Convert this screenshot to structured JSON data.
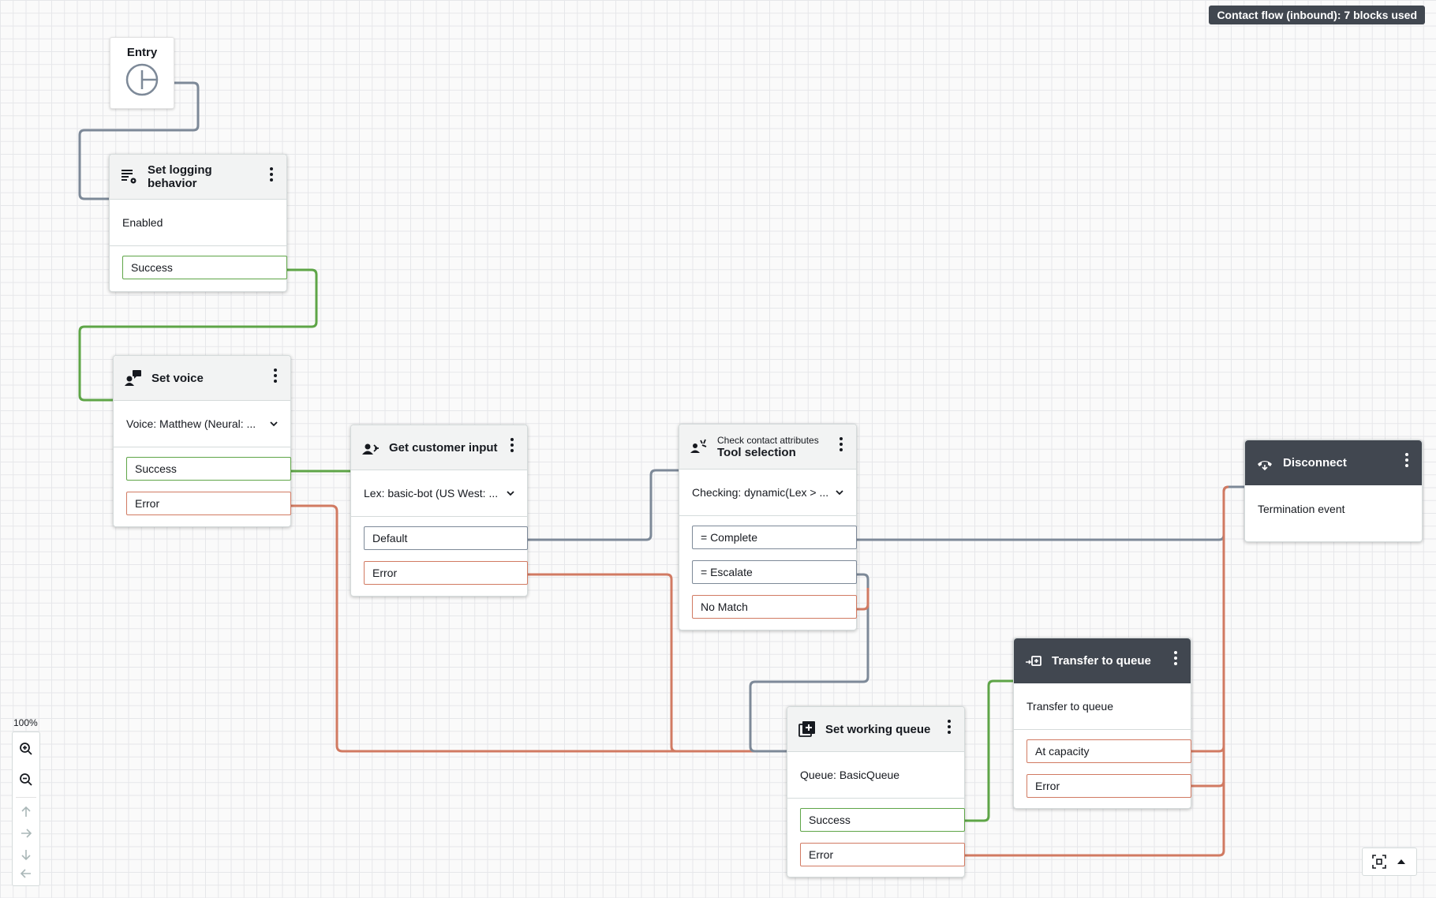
{
  "badge": "Contact flow (inbound): 7 blocks used",
  "zoom_level": "100%",
  "colors": {
    "success": "#5ea547",
    "error": "#d17a62",
    "neutral": "#7d8998",
    "dark_header": "#414750"
  },
  "entry": {
    "label": "Entry",
    "icon": "entry-point-icon"
  },
  "blocks": {
    "set_logging": {
      "icon": "logging-gear-icon",
      "title_line1": "Set logging",
      "title_line2": "behavior",
      "info": "Enabled",
      "branches": [
        "Success"
      ]
    },
    "set_voice": {
      "icon": "voice-icon",
      "title": "Set voice",
      "dropdown": "Voice: Matthew (Neural: ...",
      "branches": [
        "Success",
        "Error"
      ]
    },
    "get_input": {
      "icon": "customer-input-icon",
      "title": "Get customer input",
      "dropdown": "Lex: basic-bot (US West: ...",
      "branches": [
        "Default",
        "Error"
      ]
    },
    "check_attrs": {
      "icon": "check-attributes-icon",
      "subtitle": "Check contact attributes",
      "title": "Tool selection",
      "dropdown": "Checking: dynamic(Lex > ...",
      "branches": [
        "= Complete",
        "= Escalate",
        "No Match"
      ]
    },
    "disconnect": {
      "icon": "disconnect-phone-icon",
      "title": "Disconnect",
      "info": "Termination event"
    },
    "transfer_queue": {
      "icon": "transfer-queue-icon",
      "title": "Transfer to queue",
      "info": "Transfer to queue",
      "branches": [
        "At capacity",
        "Error"
      ]
    },
    "set_working_queue": {
      "icon": "add-queue-icon",
      "title": "Set working queue",
      "info": "Queue: BasicQueue",
      "branches": [
        "Success",
        "Error"
      ]
    }
  }
}
